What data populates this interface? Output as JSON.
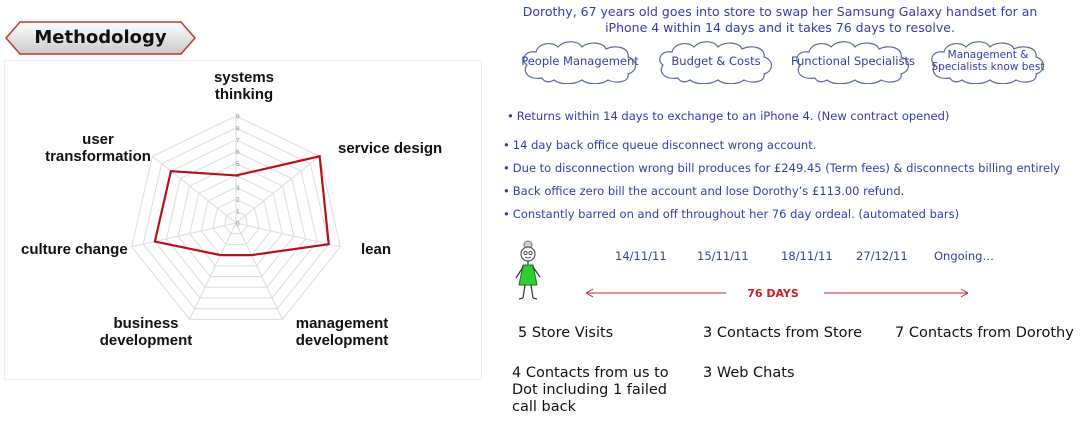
{
  "header": {
    "title": "Methodology"
  },
  "chart_data": {
    "type": "radar",
    "title": "",
    "scale": {
      "min": 0,
      "max": 9,
      "ticks": [
        0,
        1,
        2,
        3,
        4,
        5,
        6,
        7,
        8,
        9
      ]
    },
    "axes": [
      "systems\nthinking",
      "service design",
      "lean",
      "management\ndevelopment",
      "business\ndevelopment",
      "culture change",
      "user\ntransformation"
    ],
    "series": [
      {
        "values": [
          4,
          9,
          8,
          3,
          3,
          7,
          7
        ]
      }
    ],
    "grid": true,
    "color": "#b5121b"
  },
  "story": {
    "headline": "Dorothy, 67 years old goes into store to swap her Samsung Galaxy handset for an iPhone 4 within 14 days and it takes 76 days to resolve.",
    "clouds": [
      "People Management",
      "Budget & Costs",
      "Functional Specialists",
      "Management & Specialists know best"
    ],
    "bullets": [
      "Returns within 14 days to exchange to an iPhone 4. (New contract opened)",
      "14 day back office queue disconnect wrong account.",
      "Due to disconnection wrong bill produces for £249.45 (Term fees) & disconnects billing entirely",
      "Back office zero bill the account and lose Dorothy’s £113.00 refund.",
      "Constantly barred on and off throughout her 76 day ordeal. (automated bars)"
    ],
    "bullet_symbol": "•"
  },
  "timeline": {
    "dates": [
      "14/11/11",
      "15/11/11",
      "18/11/11",
      "27/12/11",
      "Ongoing…"
    ],
    "duration": "76 DAYS",
    "arrow_color": "#cc1f1f"
  },
  "stats": [
    "5 Store Visits",
    "3 Contacts from Store",
    "7 Contacts from Dorothy",
    "4 Contacts from us to Dot including 1 failed call back",
    "3 Web Chats"
  ],
  "colors": {
    "text_blue": "#2f3fa8",
    "cloud_stroke": "#5b6aa3",
    "banner_stroke": "#c0392b",
    "figure_dress": "#2ecc40"
  }
}
